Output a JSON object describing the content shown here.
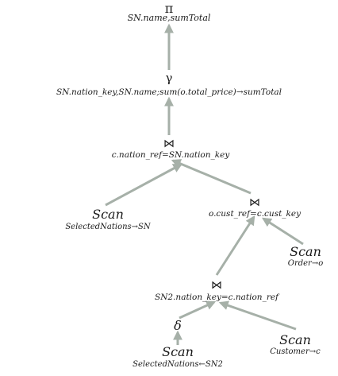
{
  "nodes": {
    "projection": {
      "symbol": "π",
      "label": "SN.name,sumTotal"
    },
    "aggregate": {
      "symbol": "γ",
      "label": "SN.nation_key,SN.name;sum(o.total_price)→sumTotal"
    },
    "join_top": {
      "symbol": "⋈",
      "label": "c.nation_ref=SN.nation_key"
    },
    "scan_selected_nations": {
      "symbol": "Scan",
      "label": "SelectedNations→SN"
    },
    "join_orders": {
      "symbol": "⋈",
      "label": "o.cust_ref=c.cust_key"
    },
    "scan_order": {
      "symbol": "Scan",
      "label": "Order→o"
    },
    "join_bottom": {
      "symbol": "⋈",
      "label": "SN2.nation_key=c.nation_ref"
    },
    "delta": {
      "symbol": "δ",
      "label": ""
    },
    "scan_selected_nations_2": {
      "symbol": "Scan",
      "label": "SelectedNations←SN2"
    },
    "scan_customer": {
      "symbol": "Scan",
      "label": "Customer→c"
    }
  },
  "edges": [
    {
      "from": "aggregate",
      "to": "projection"
    },
    {
      "from": "join_top",
      "to": "aggregate"
    },
    {
      "from": "scan_selected_nations",
      "to": "join_top"
    },
    {
      "from": "join_orders",
      "to": "join_top"
    },
    {
      "from": "scan_order",
      "to": "join_orders"
    },
    {
      "from": "join_bottom",
      "to": "join_orders"
    },
    {
      "from": "delta",
      "to": "join_bottom"
    },
    {
      "from": "scan_customer",
      "to": "join_bottom"
    },
    {
      "from": "scan_selected_nations_2",
      "to": "delta"
    }
  ],
  "colors": {
    "edge": "#a6b0a8",
    "text": "#1a1a1a"
  }
}
